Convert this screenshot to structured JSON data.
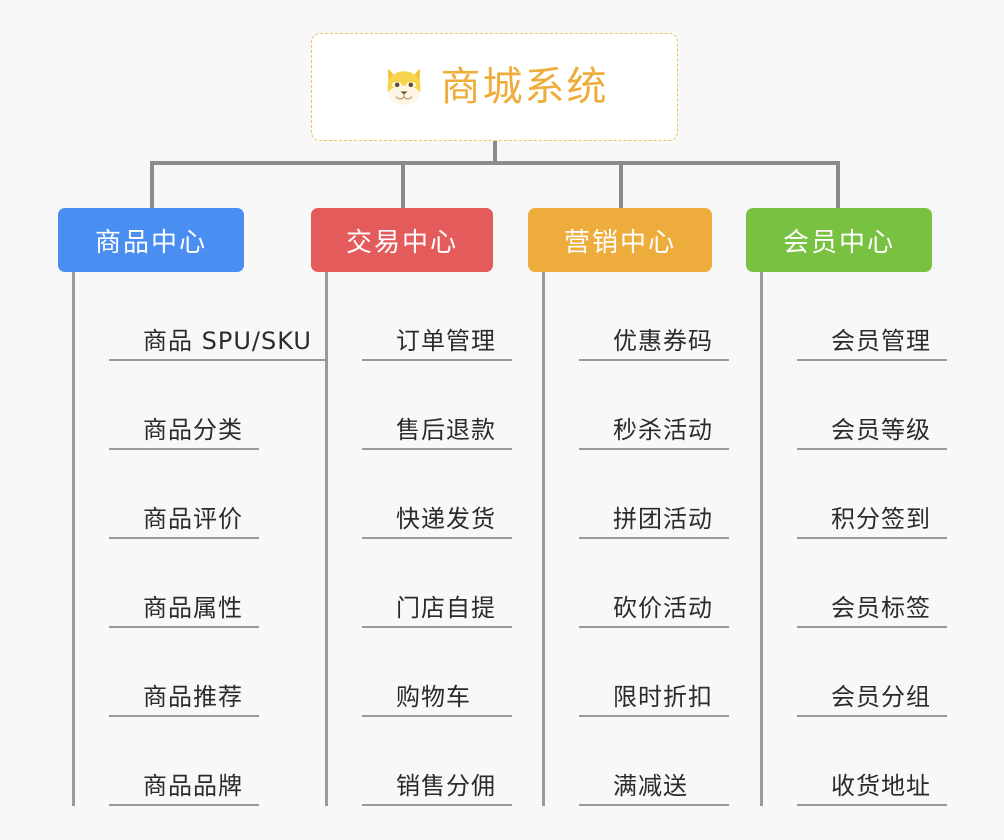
{
  "root": {
    "title": "商城系统",
    "icon": "shiba-dog-face-icon",
    "icon_color": "#f5c33a",
    "title_color": "#eead3a",
    "border_color": "#f0c060",
    "background": "#ffffff"
  },
  "page": {
    "background": "#f8f8f8",
    "connector_color": "#8c8c8c",
    "divider_color": "#9a9a9a",
    "item_text_color": "#2b2b2b"
  },
  "columns": [
    {
      "header": "商品中心",
      "color": "#4a8ef2",
      "items": [
        "商品 SPU/SKU",
        "商品分类",
        "商品评价",
        "商品属性",
        "商品推荐",
        "商品品牌"
      ]
    },
    {
      "header": "交易中心",
      "color": "#e45b5b",
      "items": [
        "订单管理",
        "售后退款",
        "快递发货",
        "门店自提",
        "购物车",
        "销售分佣"
      ]
    },
    {
      "header": "营销中心",
      "color": "#eeac3c",
      "items": [
        "优惠券码",
        "秒杀活动",
        "拼团活动",
        "砍价活动",
        "限时折扣",
        "满减送"
      ]
    },
    {
      "header": "会员中心",
      "color": "#79c141",
      "items": [
        "会员管理",
        "会员等级",
        "积分签到",
        "会员标签",
        "会员分组",
        "收货地址"
      ]
    }
  ]
}
